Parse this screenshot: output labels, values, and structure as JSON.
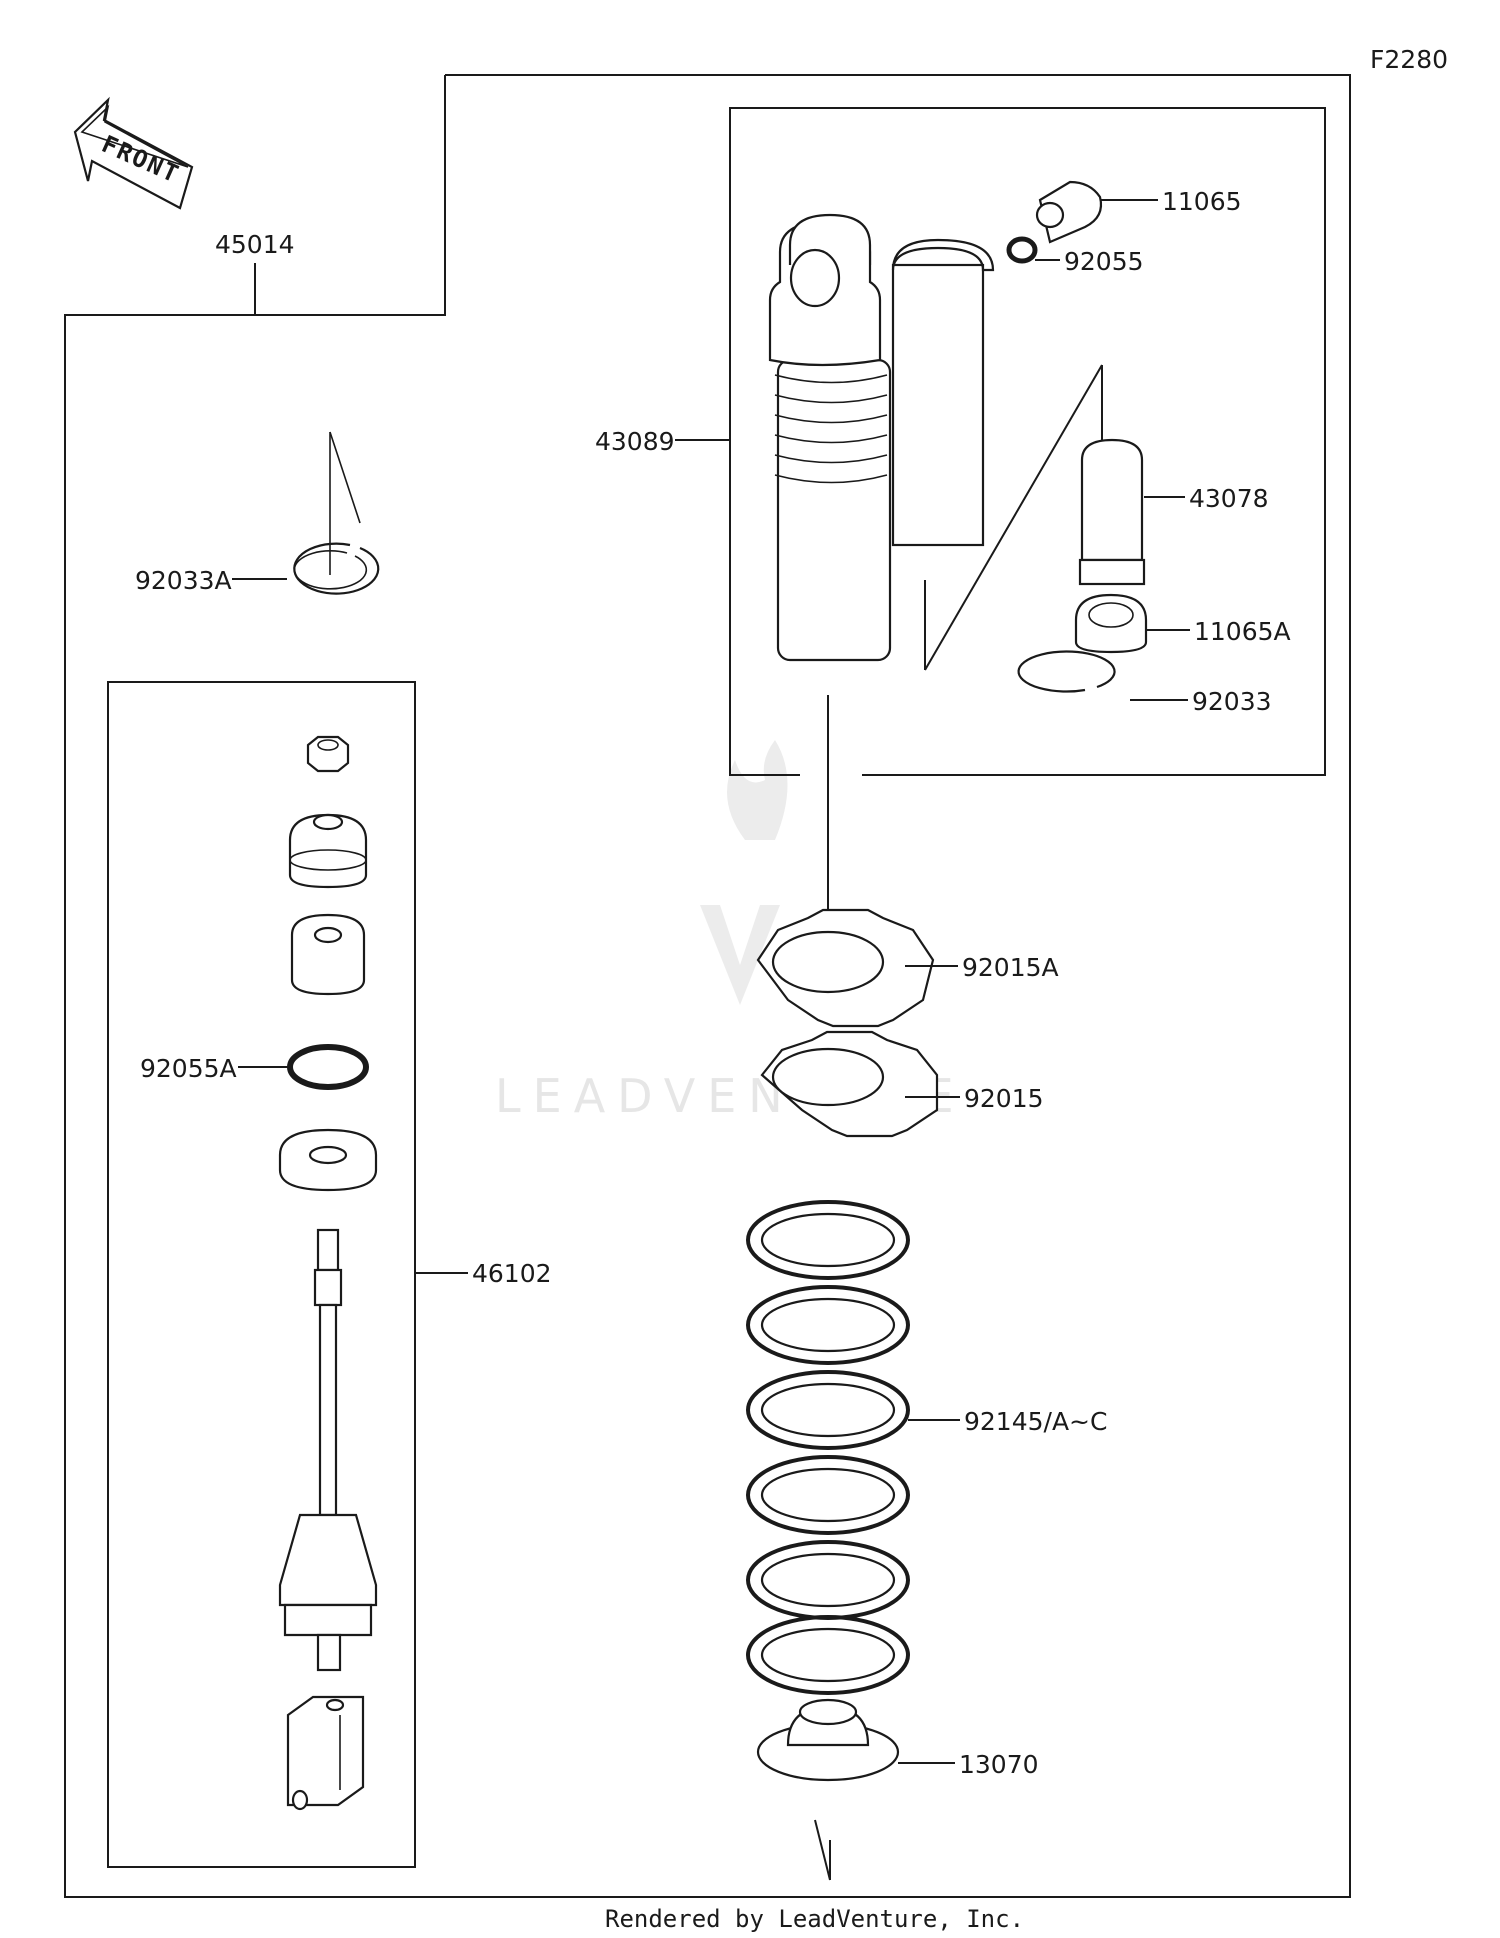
{
  "diagram_code": "F2280",
  "front_label": "FRONT",
  "watermark": "LEADVENTURE",
  "footer": "Rendered by LeadVenture, Inc.",
  "callouts": {
    "p45014": "45014",
    "p92033A": "92033A",
    "p92055A": "92055A",
    "p46102": "46102",
    "p43089": "43089",
    "p11065": "11065",
    "p92055": "92055",
    "p43078": "43078",
    "p11065A": "11065A",
    "p92033": "92033",
    "p92015A": "92015A",
    "p92015": "92015",
    "p92145": "92145/A~C",
    "p13070": "13070"
  }
}
